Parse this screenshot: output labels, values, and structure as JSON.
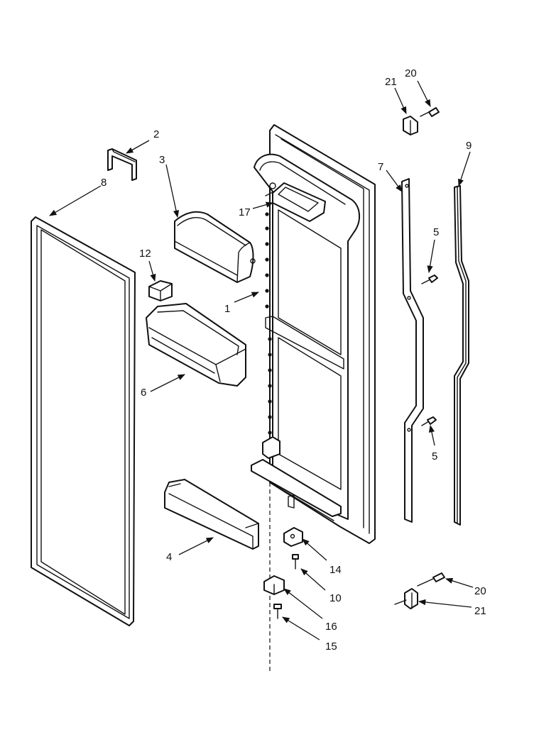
{
  "diagram": {
    "callouts": {
      "c1": "1",
      "c2": "2",
      "c3": "3",
      "c4": "4",
      "c5a": "5",
      "c5b": "5",
      "c6": "6",
      "c7": "7",
      "c8": "8",
      "c9": "9",
      "c10": "10",
      "c12": "12",
      "c14": "14",
      "c15": "15",
      "c16": "16",
      "c17": "17",
      "c20a": "20",
      "c20b": "20",
      "c21a": "21",
      "c21b": "21"
    },
    "line_color": "#111111",
    "background": "#ffffff"
  }
}
